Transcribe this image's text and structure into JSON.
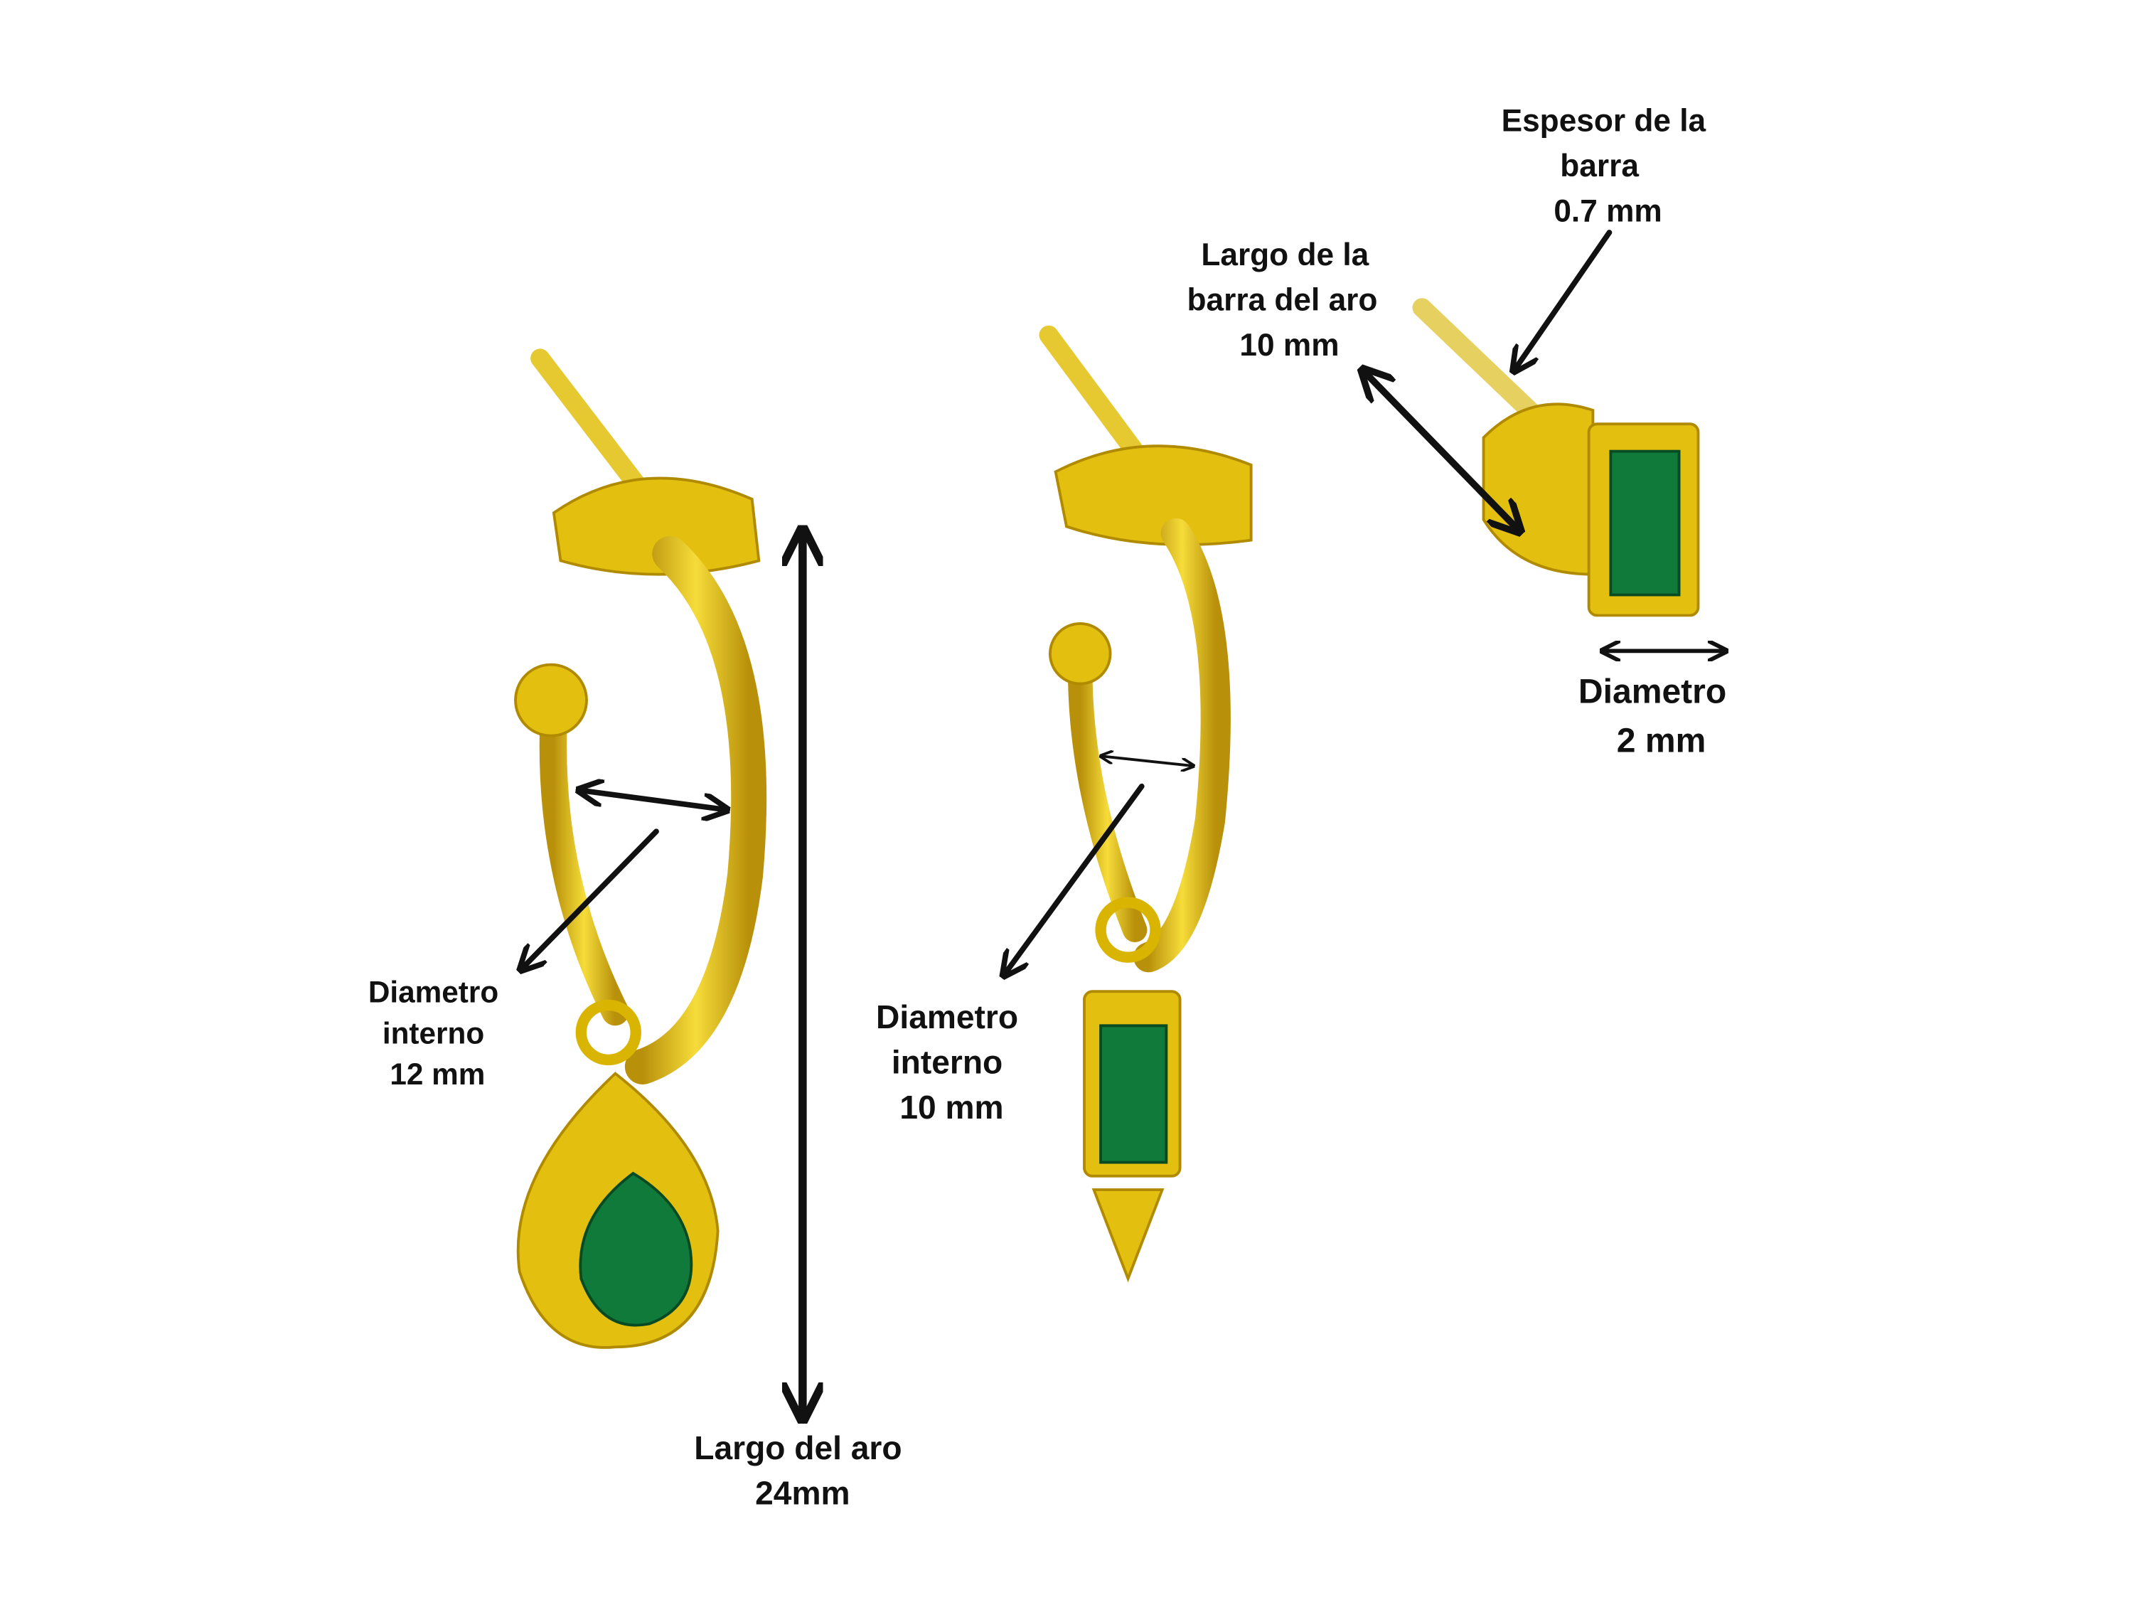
{
  "colors": {
    "gold": "#e3bf10",
    "emerald": "#0f7a3a",
    "text": "#111111"
  },
  "labels": {
    "espesor": {
      "line1": "Espesor de la",
      "line2": "barra",
      "line3": "0.7 mm"
    },
    "largo_barra": {
      "line1": "Largo de la",
      "line2": "barra del aro",
      "line3": "10 mm"
    },
    "diametro_stud": {
      "line1": "Diametro",
      "line2": "2 mm"
    },
    "diametro_interno_12": {
      "line1": "Diametro",
      "line2": "interno",
      "line3": "12 mm"
    },
    "diametro_interno_10": {
      "line1": "Diametro",
      "line2": "interno",
      "line3": "10 mm"
    },
    "largo_aro": {
      "line1": "Largo del aro",
      "line2": "24mm"
    }
  }
}
